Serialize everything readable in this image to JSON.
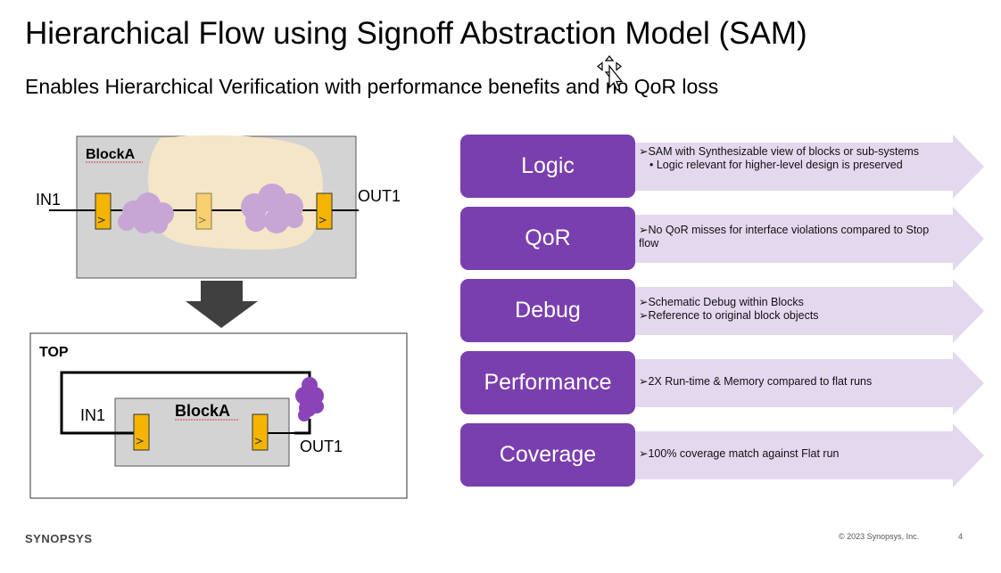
{
  "slide": {
    "title": "Hierarchical Flow using Signoff Abstraction Model (SAM)",
    "subtitle": "Enables Hierarchical Verification with performance benefits and no QoR loss"
  },
  "diagram": {
    "block_label": "BlockA",
    "in_label": "IN1",
    "out_label": "OUT1",
    "top_label": "TOP",
    "top_block_label": "BlockA",
    "top_in_label": "IN1",
    "top_out_label": "OUT1"
  },
  "rows": [
    {
      "label": "Logic",
      "bullets": [
        "➢SAM with Synthesizable view of blocks or sub-systems"
      ],
      "sub_bullets": [
        "• Logic relevant for higher-level design is preserved"
      ]
    },
    {
      "label": "QoR",
      "bullets": [
        "➢No QoR misses for interface violations compared to Stop flow"
      ],
      "sub_bullets": []
    },
    {
      "label": "Debug",
      "bullets": [
        "➢Schematic Debug within Blocks",
        "➢Reference to original block objects"
      ],
      "sub_bullets": []
    },
    {
      "label": "Performance",
      "bullets": [
        "➢2X Run-time & Memory compared to flat runs"
      ],
      "sub_bullets": []
    },
    {
      "label": "Coverage",
      "bullets": [
        "➢100% coverage match against Flat run"
      ],
      "sub_bullets": []
    }
  ],
  "footer": {
    "logo": "SYNOPSYS",
    "copyright": "© 2023 Synopsys, Inc.",
    "page": "4"
  },
  "colors": {
    "accent_purple": "#7a3fae",
    "arrow_lavender": "#e4d8ef",
    "cloud_purple": "#c7a6d6",
    "flop_orange": "#f5b400"
  }
}
